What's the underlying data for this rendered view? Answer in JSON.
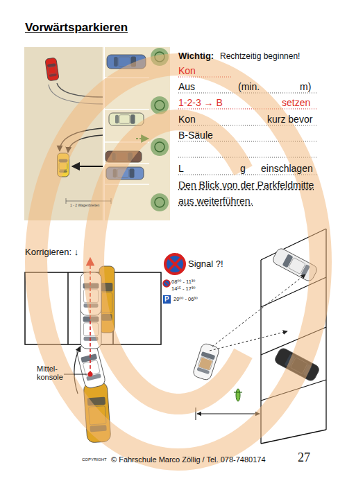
{
  "diagram": {
    "title": "Vorwärtsparkieren",
    "labels": [
      "Wichtig:",
      "Rechtzeitig beginnen!",
      "Kon",
      "Aus",
      "(min.",
      "m)",
      "1-2-3 → B",
      "setzen",
      "Kon",
      "kurz bevor",
      "B-Säule",
      "L",
      "g",
      "einschlagen",
      "Den Blick von der Parkfeldmitte aus weiterführen.",
      "1 - 2 Wagenbreiten",
      "Korrigieren: ↓",
      "Signal ?!",
      "08⁰⁰ - 11³⁰",
      "14¹⁵ - 17³⁰",
      "P",
      "20⁰⁰ - 06³⁰",
      "Mittel- konsole",
      "COPYRIGHT",
      "© Fahrschule Marco Zöllig / Tel. 078-7480174",
      "27"
    ]
  }
}
